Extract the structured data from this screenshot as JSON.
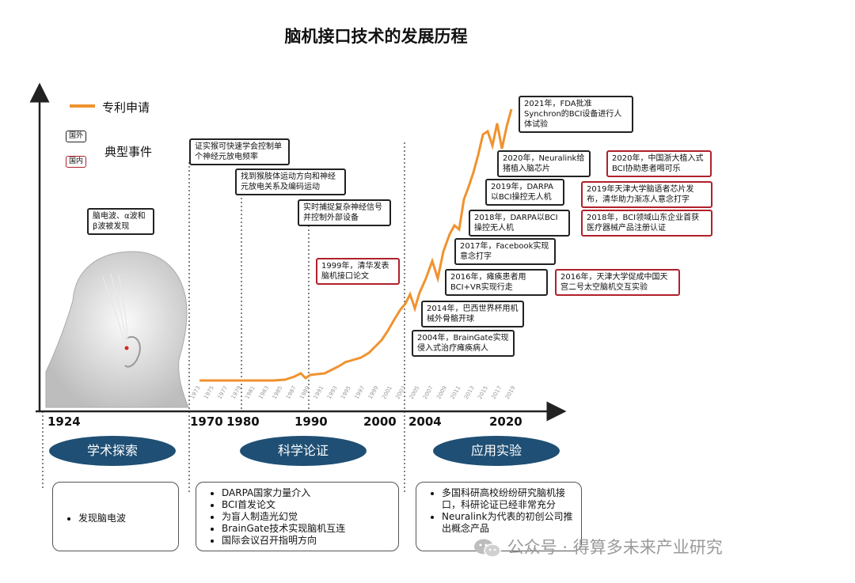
{
  "title": "脑机接口技术的发展历程",
  "legend": {
    "line_label": "专利申请",
    "foreign_tag": "国外",
    "domestic_tag": "国内",
    "events_label": "典型事件"
  },
  "year_labels": [
    "1924",
    "1970",
    "1980",
    "1990",
    "2000",
    "2004",
    "2020"
  ],
  "small_years": [
    "1973",
    "1975",
    "1977",
    "1979",
    "1981",
    "1983",
    "1985",
    "1987",
    "1989",
    "1991",
    "1993",
    "1995",
    "1997",
    "1999",
    "2001",
    "2003",
    "2005",
    "2007",
    "2009",
    "2011",
    "2013",
    "2015",
    "2017",
    "2019"
  ],
  "phases": [
    "学术探索",
    "科学论证",
    "应用实验"
  ],
  "panels": [
    [
      "发现脑电波"
    ],
    [
      "DARPA国家力量介入",
      "BCI首发论文",
      "为盲人制造光幻觉",
      "BrainGate技术实现脑机互连",
      "国际会议召开指明方向"
    ],
    [
      "多国科研高校纷纷研究脑机接口，科研论证已经非常充分",
      "Neuralink为代表的初创公司推出概念产品"
    ]
  ],
  "events": [
    {
      "id": "e1924",
      "text": "脑电波、α波和β波被发现",
      "red": false
    },
    {
      "id": "e1",
      "text": "证实猴可快速学会控制单个神经元放电频率",
      "red": false
    },
    {
      "id": "e2",
      "text": "找到猴肢体运动方向和神经元放电关系及编码运动",
      "red": false
    },
    {
      "id": "e3",
      "text": "实时捕捉复杂神经信号并控制外部设备",
      "red": false
    },
    {
      "id": "e4",
      "text": "1999年，清华发表脑机接口论文",
      "red": true
    },
    {
      "id": "e5",
      "text": "2004年，BrainGate实现侵入式治疗瘫痪病人",
      "red": false
    },
    {
      "id": "e6",
      "text": "2014年，巴西世界杯用机械外骨骼开球",
      "red": false
    },
    {
      "id": "e7",
      "text": "2016年，瘫痪患者用BCI+VR实现行走",
      "red": false
    },
    {
      "id": "e8",
      "text": "2017年，Facebook实现意念打字",
      "red": false
    },
    {
      "id": "e9",
      "text": "2018年，DARPA以BCI操控无人机",
      "red": false
    },
    {
      "id": "e10",
      "text": "2019年，DARPA以BCI操控无人机",
      "red": false
    },
    {
      "id": "e11",
      "text": "2020年，Neuralink给猪植入脑芯片",
      "red": false
    },
    {
      "id": "e12",
      "text": "2021年，FDA批准Synchron的BCI设备进行人体试验",
      "red": false
    },
    {
      "id": "e13",
      "text": "2020年，中国浙大植入式BCI协助患者喝可乐",
      "red": true
    },
    {
      "id": "e14",
      "text": "2019年天津大学脑语者芯片发布，清华助力渐冻人意念打字",
      "red": true
    },
    {
      "id": "e15",
      "text": "2018年，BCI领域山东企业首获医疗器械产品注册认证",
      "red": true
    },
    {
      "id": "e16",
      "text": "2016年，天津大学促成中国天宫二号太空脑机交互实验",
      "red": true
    }
  ],
  "watermark": "公众号 · 得算多未来产业研究",
  "colors": {
    "patent_line": "#f0922f",
    "phase_fill": "#1f4f74",
    "domestic_border": "#b0212b"
  }
}
